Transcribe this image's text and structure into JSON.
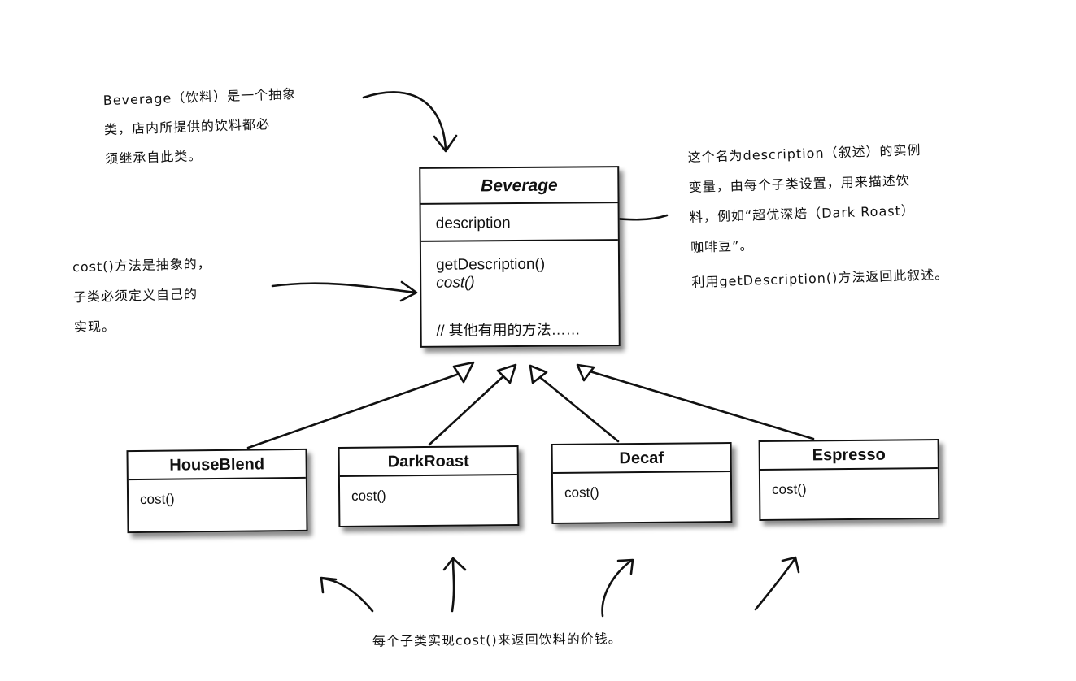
{
  "beverage": {
    "name": "Beverage",
    "attribute": "description",
    "methods": [
      "getDescription()",
      "cost()"
    ],
    "other_methods": "// 其他有用的方法……"
  },
  "subclasses": [
    {
      "name": "HouseBlend",
      "method": "cost()"
    },
    {
      "name": "DarkRoast",
      "method": "cost()"
    },
    {
      "name": "Decaf",
      "method": "cost()"
    },
    {
      "name": "Espresso",
      "method": "cost()"
    }
  ],
  "notes": {
    "beverage": [
      "Beverage（饮料）是一个抽象",
      "类，店内所提供的饮料都必",
      "须继承自此类。"
    ],
    "description": [
      "这个名为description（叙述）的实例",
      "变量，由每个子类设置，用来描述饮",
      "料，例如“超优深焙（Dark Roast）",
      "咖啡豆”。"
    ],
    "get_description": "利用getDescription()方法返回此叙述。",
    "cost": [
      "cost()方法是抽象的，",
      "子类必须定义自己的",
      "实现。"
    ],
    "bottom": "每个子类实现cost()来返回饮料的价钱。"
  }
}
